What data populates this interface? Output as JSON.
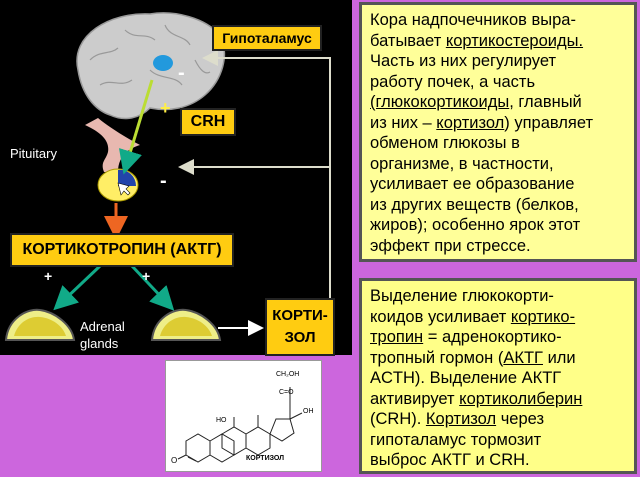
{
  "labels": {
    "hypothalamus": "Гипоталамус",
    "crh": "CRH",
    "pituitary": "Pituitary",
    "acth": "КОРТИКОТРОПИН (АКТГ)",
    "adrenal_line1": "Adrenal",
    "adrenal_line2": "glands",
    "cortisol_line1": "КОРТИ-",
    "cortisol_line2": "ЗОЛ"
  },
  "signs": {
    "hypo_minus": "-",
    "crh_plus": "+",
    "pit_minus": "-",
    "adrenal_plus_left": "+",
    "adrenal_plus_right": "+"
  },
  "text_top": {
    "t1": "Кора надпочечников выра-",
    "t2": "батывает ",
    "t2u": "кортикостероиды.",
    "t3": "Часть из них  регулирует",
    "t4": "работу почек, а часть",
    "t5u": "(глюкокортикоиды",
    "t5": ", главный",
    "t6": "из них – ",
    "t6u": "кортизол",
    "t6b": ") управляет",
    "t7": "обменом глюкозы в",
    "t8": "организме, в частности,",
    "t9": "усиливает ее образование",
    "t10": "из других веществ (белков,",
    "t11": "жиров); особенно ярок этот",
    "t12": "эффект при стрессе."
  },
  "text_bottom": {
    "b1": "Выделение глюкокорти-",
    "b2a": "коидов усиливает ",
    "b2u": "кортико-",
    "b3u": "тропин",
    "b3b": " = адренокортико-",
    "b4a": "тропный гормон (",
    "b4u": "АКТГ",
    "b4b": " или",
    "b5": "ACTH). Выделение АКТГ",
    "b6a": "активирует ",
    "b6u": "кортиколиберин",
    "b7a": "(CRH). ",
    "b7u": "Кортизол",
    "b7b": " через",
    "b8": "гипоталамус тормозит",
    "b9": "выброс АКТГ и CRH."
  },
  "formula": {
    "name": "КОРТИЗОЛ",
    "ch2oh": "CH₂OH",
    "co": "C=O",
    "oh1": "OH",
    "ho": "HO",
    "o": "O"
  },
  "colors": {
    "background": "#cc66dd",
    "label_fill": "#ffcc11",
    "text_fill": "#ffff99",
    "arrow_green": "#11aa88",
    "arrow_orange": "#ee6622",
    "brain": "#cccccc"
  }
}
